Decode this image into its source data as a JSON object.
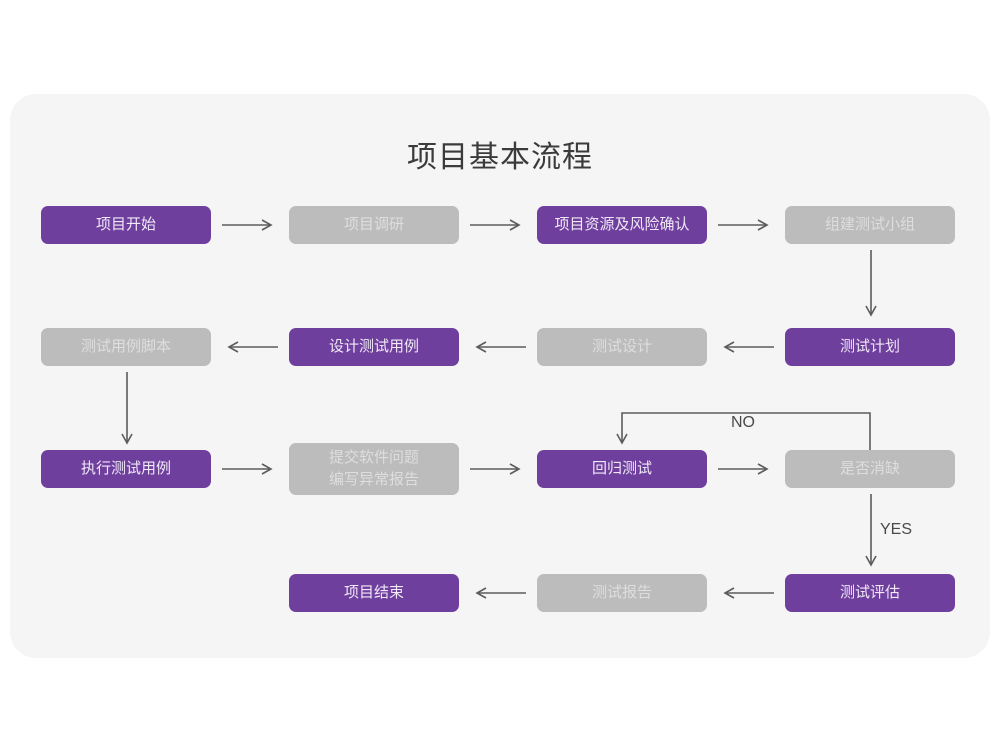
{
  "title": "项目基本流程",
  "colors": {
    "page_background": "#ffffff",
    "card_background": "#f5f5f5",
    "node_purple": "#6f3f9e",
    "node_purple_text": "#f0e8f7",
    "node_gray": "#bcbcbc",
    "node_gray_text": "#dedede",
    "connector": "#5c5c5c",
    "title_text": "#3b3b3b"
  },
  "chart_data": {
    "type": "diagram",
    "diagram_type": "flowchart",
    "title": "项目基本流程",
    "nodes": [
      {
        "id": "n1",
        "label": "项目开始",
        "style": "purple",
        "row": 1,
        "col": 1
      },
      {
        "id": "n2",
        "label": "项目调研",
        "style": "gray",
        "row": 1,
        "col": 2
      },
      {
        "id": "n3",
        "label": "项目资源及风险确认",
        "style": "purple",
        "row": 1,
        "col": 3
      },
      {
        "id": "n4",
        "label": "组建测试小组",
        "style": "gray",
        "row": 1,
        "col": 4
      },
      {
        "id": "n5",
        "label": "测试用例脚本",
        "style": "gray",
        "row": 2,
        "col": 1
      },
      {
        "id": "n6",
        "label": "设计测试用例",
        "style": "purple",
        "row": 2,
        "col": 2
      },
      {
        "id": "n7",
        "label": "测试设计",
        "style": "gray",
        "row": 2,
        "col": 3
      },
      {
        "id": "n8",
        "label": "测试计划",
        "style": "purple",
        "row": 2,
        "col": 4
      },
      {
        "id": "n9",
        "label": "执行测试用例",
        "style": "purple",
        "row": 3,
        "col": 1
      },
      {
        "id": "n10",
        "label": "提交软件问题\n编写异常报告",
        "style": "gray",
        "row": 3,
        "col": 2
      },
      {
        "id": "n11",
        "label": "回归测试",
        "style": "purple",
        "row": 3,
        "col": 3
      },
      {
        "id": "n12",
        "label": "是否消缺",
        "style": "gray",
        "row": 3,
        "col": 4
      },
      {
        "id": "n13",
        "label": "项目结束",
        "style": "purple",
        "row": 4,
        "col": 2
      },
      {
        "id": "n14",
        "label": "测试报告",
        "style": "gray",
        "row": 4,
        "col": 3
      },
      {
        "id": "n15",
        "label": "测试评估",
        "style": "purple",
        "row": 4,
        "col": 4
      }
    ],
    "edges": [
      {
        "from": "n1",
        "to": "n2",
        "direction": "right",
        "label": ""
      },
      {
        "from": "n2",
        "to": "n3",
        "direction": "right",
        "label": ""
      },
      {
        "from": "n3",
        "to": "n4",
        "direction": "right",
        "label": ""
      },
      {
        "from": "n4",
        "to": "n8",
        "direction": "down",
        "label": ""
      },
      {
        "from": "n8",
        "to": "n7",
        "direction": "left",
        "label": ""
      },
      {
        "from": "n7",
        "to": "n6",
        "direction": "left",
        "label": ""
      },
      {
        "from": "n6",
        "to": "n5",
        "direction": "left",
        "label": ""
      },
      {
        "from": "n5",
        "to": "n9",
        "direction": "down",
        "label": ""
      },
      {
        "from": "n9",
        "to": "n10",
        "direction": "right",
        "label": ""
      },
      {
        "from": "n10",
        "to": "n11",
        "direction": "right",
        "label": ""
      },
      {
        "from": "n11",
        "to": "n12",
        "direction": "right",
        "label": ""
      },
      {
        "from": "n12",
        "to": "n11",
        "direction": "loop-up-left",
        "label": "NO"
      },
      {
        "from": "n12",
        "to": "n15",
        "direction": "down",
        "label": "YES"
      },
      {
        "from": "n15",
        "to": "n14",
        "direction": "left",
        "label": ""
      },
      {
        "from": "n14",
        "to": "n13",
        "direction": "left",
        "label": ""
      }
    ],
    "edge_labels": [
      "NO",
      "YES"
    ]
  },
  "labels": {
    "no": "NO",
    "yes": "YES"
  }
}
